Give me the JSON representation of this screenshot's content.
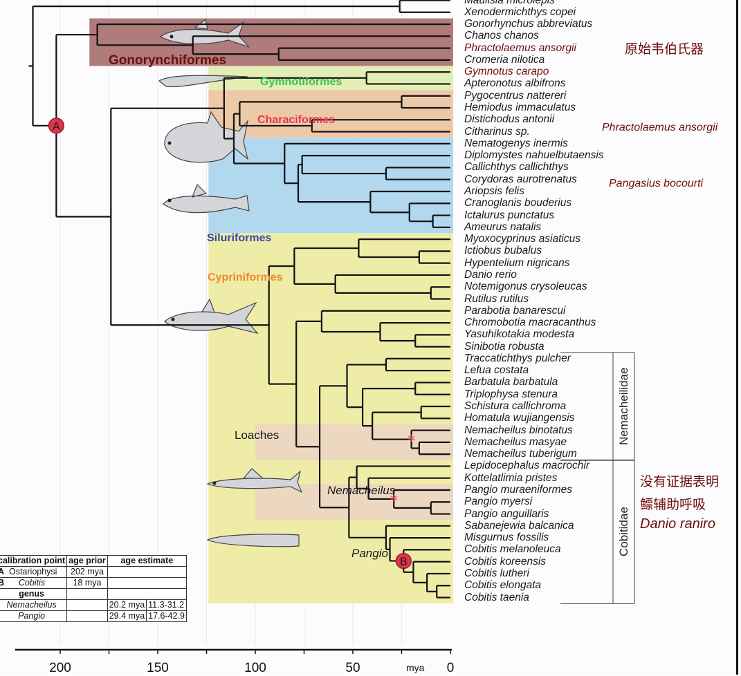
{
  "figure": {
    "title": "Time-calibrated phylogeny of Ostariophysi",
    "axis": {
      "unit_label": "mya",
      "ticks": [
        200,
        150,
        100,
        50,
        0
      ],
      "minor_ticks": [
        175,
        125,
        75,
        25
      ],
      "range_mya": [
        220,
        0
      ]
    }
  },
  "taxa": [
    {
      "name": "Maulisia microlepis",
      "highlight": false
    },
    {
      "name": "Xenodermichthys copei",
      "highlight": false
    },
    {
      "name": "Gonorhynchus abbreviatus",
      "highlight": false
    },
    {
      "name": "Chanos chanos",
      "highlight": false
    },
    {
      "name": "Phractolaemus ansorgii",
      "highlight": true
    },
    {
      "name": "Cromeria nilotica",
      "highlight": false
    },
    {
      "name": "Gymnotus carapo",
      "highlight": true
    },
    {
      "name": "Apteronotus albifrons",
      "highlight": false
    },
    {
      "name": "Pygocentrus nattereri",
      "highlight": false
    },
    {
      "name": "Hemiodus immaculatus",
      "highlight": false
    },
    {
      "name": "Distichodus antonii",
      "highlight": false
    },
    {
      "name": "Citharinus sp.",
      "highlight": false
    },
    {
      "name": "Nematogenys inermis",
      "highlight": false
    },
    {
      "name": "Diplomystes nahuelbutaensis",
      "highlight": false
    },
    {
      "name": "Callichthys callichthys",
      "highlight": false
    },
    {
      "name": "Corydoras aurotrenatus",
      "highlight": false
    },
    {
      "name": "Ariopsis felis",
      "highlight": false
    },
    {
      "name": "Cranoglanis bouderius",
      "highlight": false
    },
    {
      "name": "Ictalurus punctatus",
      "highlight": false
    },
    {
      "name": "Ameurus natalis",
      "highlight": false
    },
    {
      "name": "Myoxocyprinus asiaticus",
      "highlight": false
    },
    {
      "name": "Ictiobus bubalus",
      "highlight": false
    },
    {
      "name": "Hypentelium nigricans",
      "highlight": false
    },
    {
      "name": "Danio rerio",
      "highlight": false
    },
    {
      "name": "Notemigonus crysoleucas",
      "highlight": false
    },
    {
      "name": "Rutilus rutilus",
      "highlight": false
    },
    {
      "name": "Parabotia banarescui",
      "highlight": false
    },
    {
      "name": "Chromobotia macracanthus",
      "highlight": false
    },
    {
      "name": "Yasuhikotakia modesta",
      "highlight": false
    },
    {
      "name": "Sinibotia robusta",
      "highlight": false
    },
    {
      "name": "Traccatichthys pulcher",
      "highlight": false
    },
    {
      "name": "Lefua costata",
      "highlight": false
    },
    {
      "name": "Barbatula barbatula",
      "highlight": false
    },
    {
      "name": "Triplophysa stenura",
      "highlight": false
    },
    {
      "name": "Schistura callichroma",
      "highlight": false
    },
    {
      "name": "Homatula wujiangensis",
      "highlight": false
    },
    {
      "name": "Nemacheilus binotatus",
      "highlight": false
    },
    {
      "name": "Nemacheilus masyae",
      "highlight": false
    },
    {
      "name": "Nemacheilus tuberigum",
      "highlight": false
    },
    {
      "name": "Lepidocephalus macrochir",
      "highlight": false
    },
    {
      "name": "Kottelatlimia pristes",
      "highlight": false
    },
    {
      "name": "Pangio muraeniformes",
      "highlight": false
    },
    {
      "name": "Pangio myersi",
      "highlight": false
    },
    {
      "name": "Pangio anguillaris",
      "highlight": false
    },
    {
      "name": "Sabanejewia balcanica",
      "highlight": false
    },
    {
      "name": "Misgurnus fossilis",
      "highlight": false
    },
    {
      "name": "Cobitis melanoleuca",
      "highlight": false
    },
    {
      "name": "Cobitis koreensis",
      "highlight": false
    },
    {
      "name": "Cobitis lutheri",
      "highlight": false
    },
    {
      "name": "Cobitis elongata",
      "highlight": false
    },
    {
      "name": "Cobitis taenia",
      "highlight": false
    }
  ],
  "tree_nodes": [
    {
      "id": "outgroup",
      "age": 26,
      "children": [
        0,
        1
      ]
    },
    {
      "id": "gon_cro",
      "age": 88,
      "children": [
        4,
        5
      ]
    },
    {
      "id": "gon_inner",
      "age": 132,
      "children": [
        3,
        "gon_cro"
      ]
    },
    {
      "id": "gonorynchiformes",
      "age": 181,
      "children": [
        2,
        "gon_inner"
      ]
    },
    {
      "id": "gymno",
      "age": 43,
      "children": [
        6,
        7
      ]
    },
    {
      "id": "chara_a",
      "age": 25,
      "children": [
        8,
        9
      ]
    },
    {
      "id": "chara_b",
      "age": 71,
      "children": [
        10,
        11
      ]
    },
    {
      "id": "characiformes",
      "age": 108,
      "children": [
        "chara_a",
        "chara_b"
      ]
    },
    {
      "id": "silu_c",
      "age": 33,
      "children": [
        14,
        15
      ]
    },
    {
      "id": "silu_b",
      "age": 76,
      "children": [
        13,
        "silu_c"
      ]
    },
    {
      "id": "silu_f",
      "age": 9,
      "children": [
        18,
        19
      ]
    },
    {
      "id": "silu_e",
      "age": 21,
      "children": [
        17,
        "silu_f"
      ]
    },
    {
      "id": "silu_d",
      "age": 41,
      "children": [
        16,
        "silu_e"
      ]
    },
    {
      "id": "silu_a",
      "age": 78,
      "children": [
        "silu_b",
        "silu_d"
      ]
    },
    {
      "id": "siluriformes",
      "age": 85,
      "children": [
        12,
        "silu_a"
      ]
    },
    {
      "id": "chara_silu",
      "age": 111,
      "children": [
        "characiformes",
        "siluriformes"
      ]
    },
    {
      "id": "characiphysi",
      "age": 116,
      "children": [
        "gymno",
        "chara_silu"
      ]
    },
    {
      "id": "cyp_b",
      "age": 16,
      "children": [
        21,
        22
      ]
    },
    {
      "id": "catostomidae",
      "age": 47,
      "children": [
        20,
        "cyp_b"
      ]
    },
    {
      "id": "cyp_c",
      "age": 10,
      "children": [
        24,
        25
      ]
    },
    {
      "id": "cyprinidae",
      "age": 59,
      "children": [
        23,
        "cyp_c"
      ]
    },
    {
      "id": "cyprinoidei",
      "age": 80,
      "children": [
        "catostomidae",
        "cyprinidae"
      ]
    },
    {
      "id": "botia_c",
      "age": 18,
      "children": [
        28,
        29
      ]
    },
    {
      "id": "botia_b",
      "age": 36,
      "children": [
        27,
        "botia_c"
      ]
    },
    {
      "id": "botiidae",
      "age": 66,
      "children": [
        26,
        "botia_b"
      ]
    },
    {
      "id": "nem_a",
      "age": 33,
      "children": [
        30,
        31
      ]
    },
    {
      "id": "nem_b",
      "age": 18,
      "children": [
        32,
        33
      ]
    },
    {
      "id": "nem_c",
      "age": 15,
      "children": [
        34,
        35
      ]
    },
    {
      "id": "nem_d2",
      "age": 16,
      "children": [
        37,
        38
      ]
    },
    {
      "id": "nemacheilus",
      "age": 20,
      "children": [
        36,
        "nem_d2"
      ]
    },
    {
      "id": "nem_e",
      "age": 40,
      "children": [
        "nem_c",
        "nemacheilus"
      ]
    },
    {
      "id": "nem_f",
      "age": 45,
      "children": [
        "nem_b",
        "nem_e"
      ]
    },
    {
      "id": "nemacheilidae",
      "age": 53,
      "children": [
        "nem_a",
        "nem_f"
      ]
    },
    {
      "id": "pan_c",
      "age": 10,
      "children": [
        42,
        43
      ]
    },
    {
      "id": "pangio",
      "age": 29,
      "children": [
        41,
        "pan_c"
      ]
    },
    {
      "id": "pan_b",
      "age": 42,
      "children": [
        40,
        "pangio"
      ]
    },
    {
      "id": "cob_a",
      "age": 48,
      "children": [
        39,
        "pan_b"
      ]
    },
    {
      "id": "cob_g",
      "age": 7,
      "children": [
        49,
        50
      ]
    },
    {
      "id": "cob_f",
      "age": 12,
      "children": [
        48,
        "cob_g"
      ]
    },
    {
      "id": "cob_e",
      "age": 19,
      "children": [
        47,
        "cob_f"
      ]
    },
    {
      "id": "cobitis",
      "age": 24,
      "children": [
        46,
        "cob_e"
      ]
    },
    {
      "id": "cob_d",
      "age": 31,
      "children": [
        45,
        "cobitis"
      ]
    },
    {
      "id": "cob_c",
      "age": 33,
      "children": [
        44,
        "cob_d"
      ]
    },
    {
      "id": "cobitidae",
      "age": 52,
      "children": [
        "cob_a",
        "cob_c"
      ]
    },
    {
      "id": "cobitoidea",
      "age": 67,
      "children": [
        "nemacheilidae",
        "cobitidae"
      ]
    },
    {
      "id": "loaches",
      "age": 79,
      "children": [
        "botiidae",
        "cobitoidea"
      ]
    },
    {
      "id": "loaches_root",
      "age": 89,
      "children": [
        "loaches"
      ]
    },
    {
      "id": "cypriniformes",
      "age": 93,
      "children": [
        "cyprinoidei",
        "loaches_root"
      ]
    },
    {
      "id": "otophysi",
      "age": 174,
      "children": [
        "characiphysi",
        "cypriniformes"
      ]
    },
    {
      "id": "ostariophysi",
      "age": 202,
      "children": [
        "gonorynchiformes",
        "otophysi"
      ],
      "calibration": "A"
    },
    {
      "id": "root",
      "age": 214,
      "children": [
        "outgroup",
        "ostariophysi"
      ]
    }
  ],
  "calibration_markers": [
    {
      "label": "A",
      "node": "ostariophysi"
    },
    {
      "label": "B",
      "node": "cobitis"
    }
  ],
  "star_markers": [
    {
      "node": "nemacheilus"
    },
    {
      "node": "pangio"
    }
  ],
  "clades": [
    {
      "name": "Gonorynchiformes",
      "color": "#6b0f0f",
      "bg": "#b07b7b",
      "rows": [
        2,
        5
      ],
      "from_age": 185
    },
    {
      "name": "Gymnotiformes",
      "color": "#3dbd5a",
      "bg": "#e2eeb4",
      "rows": [
        6,
        7
      ],
      "from_age": 124
    },
    {
      "name": "Characiformes",
      "color": "#e8344e",
      "bg": "#eec9a8",
      "rows": [
        8,
        11
      ],
      "from_age": 124
    },
    {
      "name": "Siluriformes",
      "color": "#3347a8",
      "bg": "#b1d8ee",
      "rows": [
        12,
        19
      ],
      "from_age": 124
    },
    {
      "name": "Cypriniformes",
      "color": "#ec8a2c",
      "bg": "#efeca8",
      "rows": [
        20,
        50
      ],
      "from_age": 124
    }
  ],
  "genus_highlights": [
    {
      "name": "Nemacheilus",
      "rows": [
        36,
        38
      ],
      "from_age": 100,
      "bg": "#ecd7c0"
    },
    {
      "name": "Pangio",
      "rows": [
        41,
        43
      ],
      "from_age": 100,
      "bg": "#ecd7c0"
    }
  ],
  "inner_labels": {
    "loaches": "Loaches",
    "nemacheilus": "Nemacheilus",
    "pangio": "Pangio"
  },
  "family_brackets": [
    {
      "name": "Nemacheilidae",
      "rows": [
        30,
        38
      ]
    },
    {
      "name": "Cobitidae",
      "rows": [
        39,
        50
      ]
    }
  ],
  "annotations": {
    "gonorynchiformes_note": "原始韦伯氏器",
    "characiformes_note": "Phractolaemus ansorgii",
    "siluriformes_note": "Pangasius bocourti",
    "loach_note_line1": "没有证据表明",
    "loach_note_line2": "鳔辅助呼吸",
    "loach_note_line3": "Danio raniro"
  },
  "calibration_table": {
    "headers": [
      "calibration point",
      "age prior",
      "age estimate"
    ],
    "rows": [
      {
        "key": "A",
        "name": "Ostariophysi",
        "prior": "202 mya",
        "estimate": "",
        "interval": ""
      },
      {
        "key": "B",
        "name": "Cobitis",
        "prior": "18 mya",
        "estimate": "",
        "interval": ""
      }
    ],
    "genus_header": "genus",
    "genus_rows": [
      {
        "name": "Nemacheilus",
        "estimate": "20.2 mya",
        "interval": "11.3-31.2"
      },
      {
        "name": "Pangio",
        "estimate": "29.4 mya",
        "interval": "17.6-42.9"
      }
    ]
  }
}
